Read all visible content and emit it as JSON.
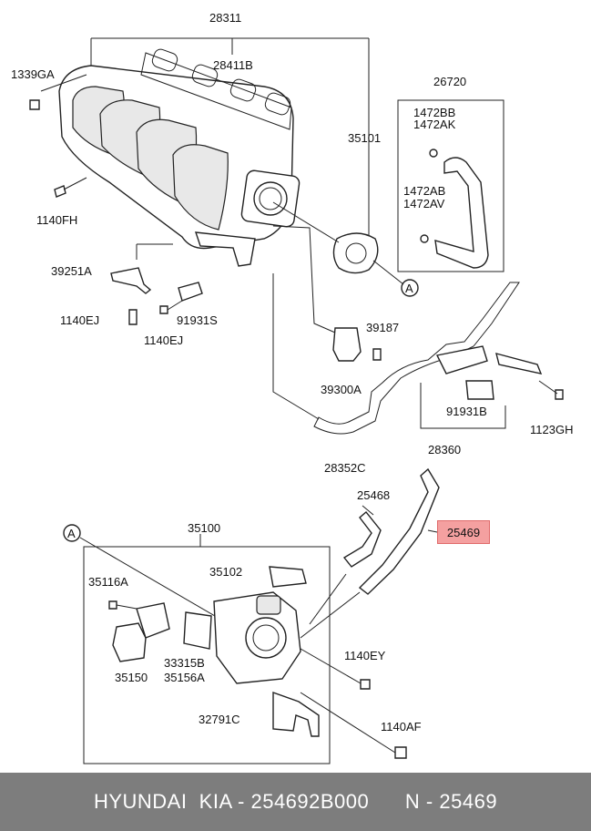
{
  "labels": {
    "p28311": "28311",
    "p1339GA": "1339GA",
    "p28411B": "28411B",
    "p26720": "26720",
    "p1472BB": "1472BB",
    "p1472AK": "1472AK",
    "p35101": "35101",
    "p1472AB": "1472AB",
    "p1472AV": "1472AV",
    "p1140FH": "1140FH",
    "p39251A": "39251A",
    "calloutA_top": "A",
    "p1140EJ_left": "1140EJ",
    "p91931S": "91931S",
    "p1140EJ_mid": "1140EJ",
    "p39187": "39187",
    "p39300A": "39300A",
    "p91931B": "91931B",
    "p1123GH": "1123GH",
    "p28360": "28360",
    "p28352C": "28352C",
    "p25468": "25468",
    "p35100": "35100",
    "calloutA_bottom": "A",
    "p35102": "35102",
    "p35116A": "35116A",
    "p33315B": "33315B",
    "p35156A": "35156A",
    "p35150": "35150",
    "p1140EY": "1140EY",
    "p32791C": "32791C",
    "p1140AF": "1140AF"
  },
  "highlighted_part": "25469",
  "highlight_color": "#f4a0a0",
  "footer_text": "HYUNDAI  KIA - 254692B000      N - 25469"
}
